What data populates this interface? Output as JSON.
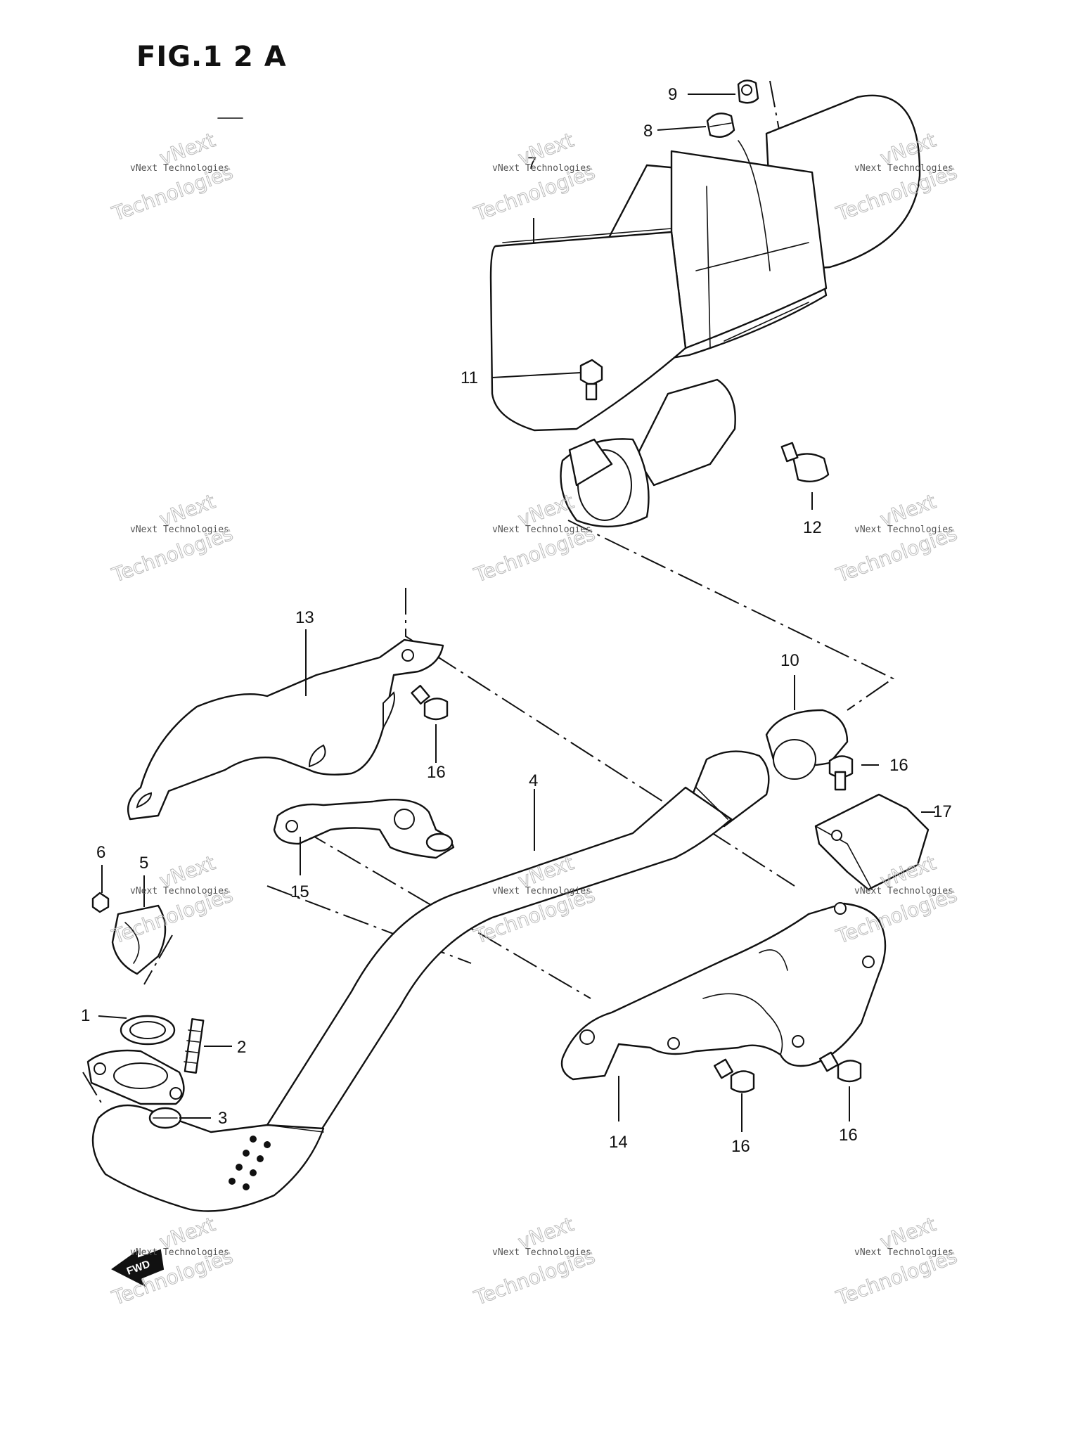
{
  "title": "FIG.1 2 A",
  "callouts": [
    "1",
    "2",
    "3",
    "4",
    "5",
    "6",
    "7",
    "8",
    "9",
    "10",
    "11",
    "12",
    "13",
    "14",
    "15",
    "16",
    "16",
    "16",
    "16",
    "17"
  ],
  "watermark": {
    "line1": "vNext Technologies",
    "line2": "Technologies",
    "line3": "vNext"
  },
  "fwd_label": "FWD",
  "colors": {
    "ink": "#111111",
    "paper": "#ffffff",
    "watermark": "#bbbbbb"
  }
}
